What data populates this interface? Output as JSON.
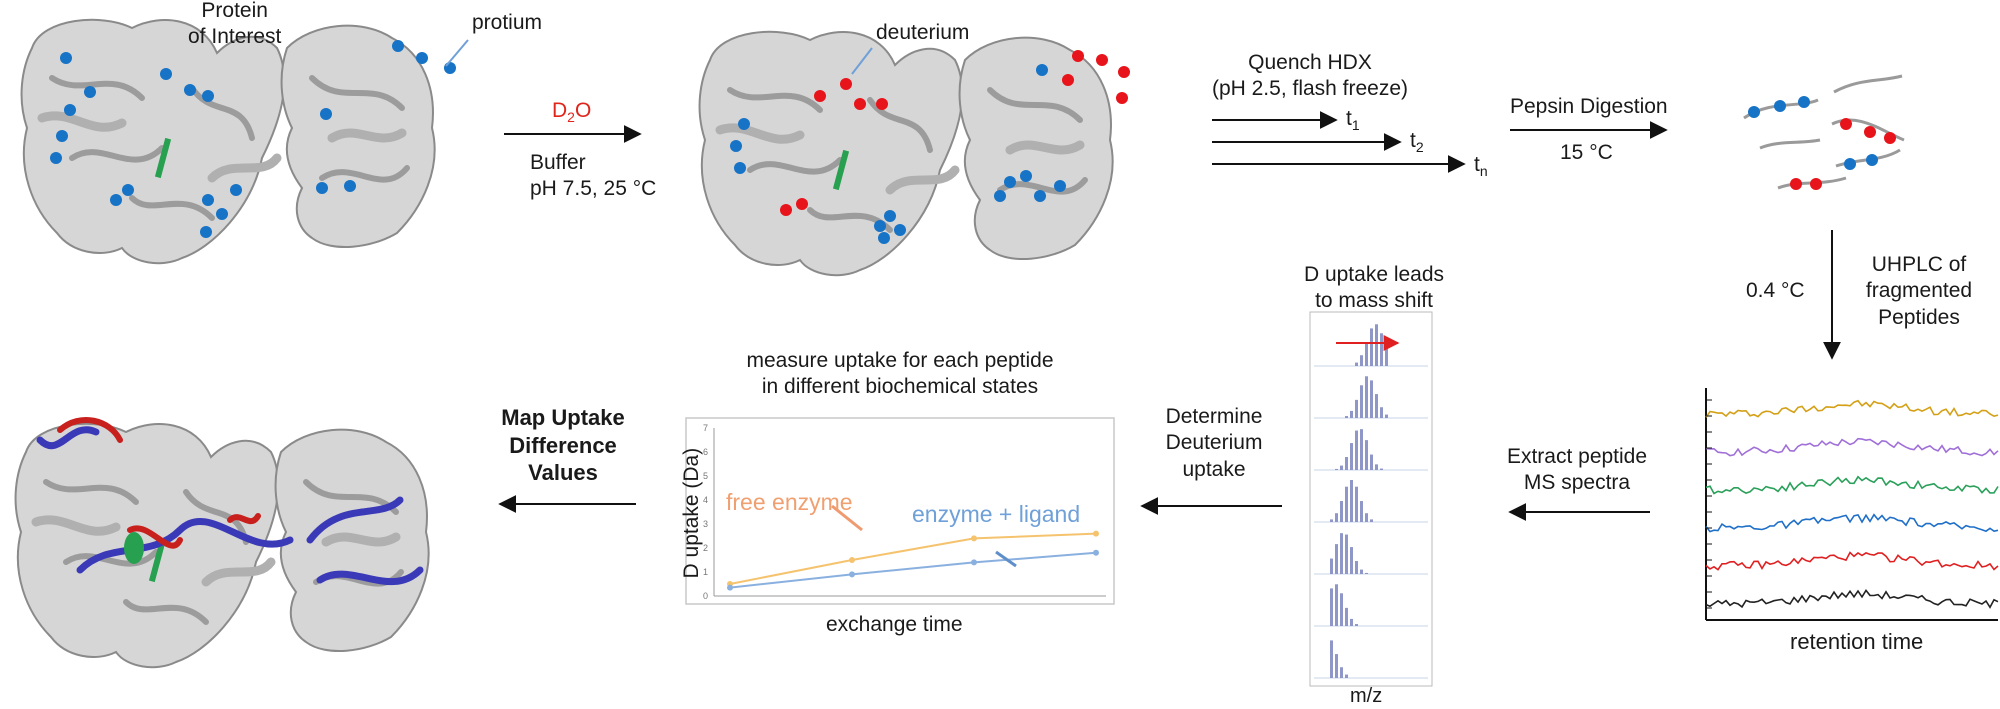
{
  "colors": {
    "protium": "#1773c6",
    "deuterium": "#e8141b",
    "d2o_text": "#e0251b",
    "map_blue": "#3a3ab8",
    "map_red": "#c8201d",
    "free_enzyme": "#f0a070",
    "enzyme_ligand": "#6fa0d8"
  },
  "protein": {
    "title_line1": "Protein",
    "title_line2": "of",
    "title_line3": "Interest",
    "protium_label": "protium",
    "deuterium_label": "deuterium"
  },
  "labeling": {
    "d2o_main": "D",
    "d2o_sub": "2",
    "d2o_tail": "O",
    "buffer": "Buffer",
    "conditions": "pH 7.5, 25 °C"
  },
  "quench": {
    "line1": "Quench HDX",
    "line2": "(pH 2.5, flash freeze)",
    "times": [
      {
        "t": "t",
        "s": "1"
      },
      {
        "t": "t",
        "s": "2"
      },
      {
        "t": "t",
        "s": "n"
      }
    ]
  },
  "digestion": {
    "label": "Pepsin Digestion",
    "temp": "15 °C"
  },
  "uhplc": {
    "temp": "0.4 °C",
    "line1": "UHPLC of",
    "line2": "fragmented",
    "line3": "Peptides"
  },
  "chromatogram": {
    "xlabel": "retention time",
    "trace_colors": [
      "#d4a017",
      "#a070d8",
      "#2aa05a",
      "#1f6fc8",
      "#e02020",
      "#222222"
    ]
  },
  "extract": {
    "line1": "Extract peptide",
    "line2": "MS spectra"
  },
  "mass_shift": {
    "line1": "D uptake leads",
    "line2": "to mass shift",
    "xlabel": "m/z"
  },
  "determine": {
    "line1": "Determine",
    "line2": "Deuterium",
    "line3": "uptake"
  },
  "uptake_plot": {
    "caption_line1": "measure uptake for each peptide",
    "caption_line2": "in different biochemical states",
    "ylabel": "D uptake (Da)",
    "xlabel": "exchange time",
    "free_label": "free enzyme",
    "ligand_label": "enzyme + ligand"
  },
  "map": {
    "line1": "Map Uptake",
    "line2": "Difference",
    "line3": "Values"
  },
  "chart_data": {
    "type": "line",
    "xlabel": "exchange time",
    "ylabel": "D uptake (Da)",
    "ylim": [
      0,
      7
    ],
    "yticks": [
      "0",
      "1",
      "2",
      "3",
      "4",
      "5",
      "6",
      "7"
    ],
    "series": [
      {
        "name": "free enzyme",
        "color": "#f5c36e",
        "values": [
          0.5,
          1.5,
          2.4,
          2.6
        ]
      },
      {
        "name": "enzyme + ligand",
        "color": "#8ab0e0",
        "values": [
          0.35,
          0.9,
          1.4,
          1.8
        ]
      }
    ]
  }
}
